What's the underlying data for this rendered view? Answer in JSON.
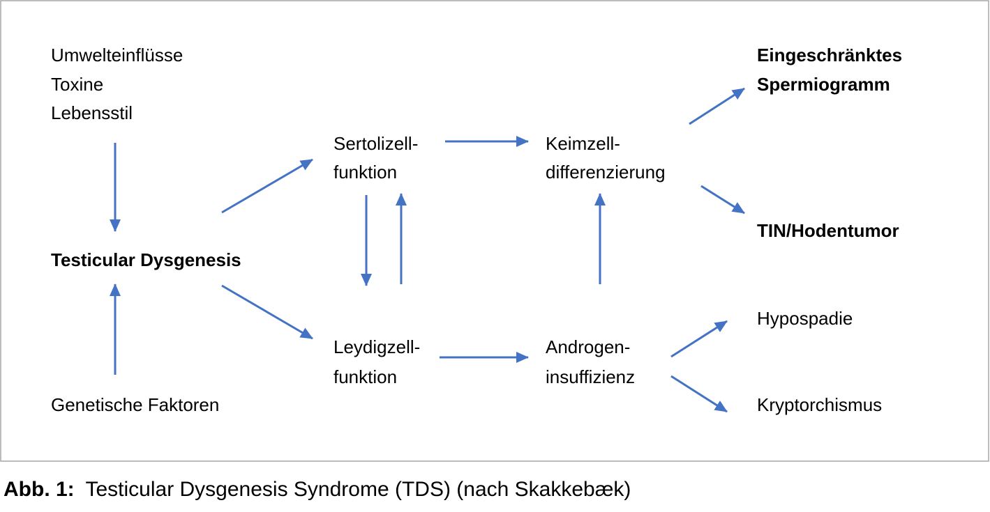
{
  "colors": {
    "arrow": "#4472C4",
    "text": "#000000",
    "border": "#a6a6a6"
  },
  "diagram": {
    "causes_environment": [
      "Umwelteinflüsse",
      "Toxine",
      "Lebensstil"
    ],
    "central": "Testicular Dysgenesis",
    "causes_genetic": "Genetische Faktoren",
    "sertoli": [
      "Sertolizell-",
      "funktion"
    ],
    "leydig": [
      "Leydigzell-",
      "funktion"
    ],
    "germ_cell": [
      "Keimzell-",
      "differenzierung"
    ],
    "androgen": [
      "Androgen-",
      "insuffizienz"
    ],
    "outcomes": {
      "spermiogram": [
        "Eingeschränktes",
        "Spermiogramm"
      ],
      "tumor": "TIN/Hodentumor",
      "hypospadias": "Hypospadie",
      "cryptorchidism": "Kryptorchismus"
    }
  },
  "caption": {
    "label": "Abb. 1:",
    "text": "Testicular Dysgenesis Syndrome (TDS) (nach Skakkebæk)"
  }
}
